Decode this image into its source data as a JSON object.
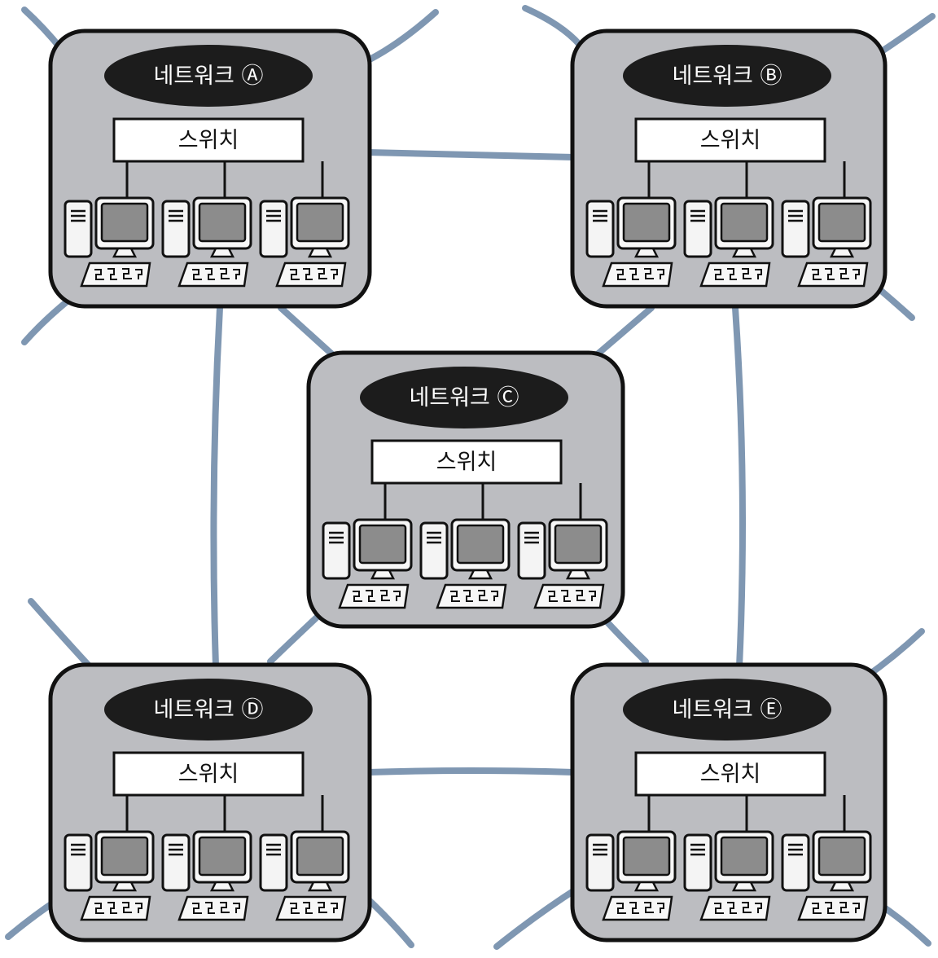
{
  "networks": [
    {
      "id": "A",
      "name": "네트워크 Ⓐ",
      "switch_label": "스위치",
      "pcs": 3
    },
    {
      "id": "B",
      "name": "네트워크 Ⓑ",
      "switch_label": "스위치",
      "pcs": 3
    },
    {
      "id": "C",
      "name": "네트워크 Ⓒ",
      "switch_label": "스위치",
      "pcs": 3
    },
    {
      "id": "D",
      "name": "네트워크 Ⓓ",
      "switch_label": "스위치",
      "pcs": 3
    },
    {
      "id": "E",
      "name": "네트워크 Ⓔ",
      "switch_label": "스위치",
      "pcs": 3
    }
  ],
  "links": [
    [
      "A",
      "B"
    ],
    [
      "A",
      "C"
    ],
    [
      "A",
      "D"
    ],
    [
      "B",
      "C"
    ],
    [
      "B",
      "E"
    ],
    [
      "C",
      "D"
    ],
    [
      "C",
      "E"
    ],
    [
      "D",
      "E"
    ]
  ],
  "colors": {
    "link": "#7f97b2",
    "network_fill": "#bcbdc1",
    "name_pill": "#1c1c1c",
    "screen": "#8c8c8c"
  },
  "icons": {
    "computer": "desktop-computer-icon",
    "keyboard": "keyboard-icon",
    "tower": "pc-tower-icon"
  }
}
